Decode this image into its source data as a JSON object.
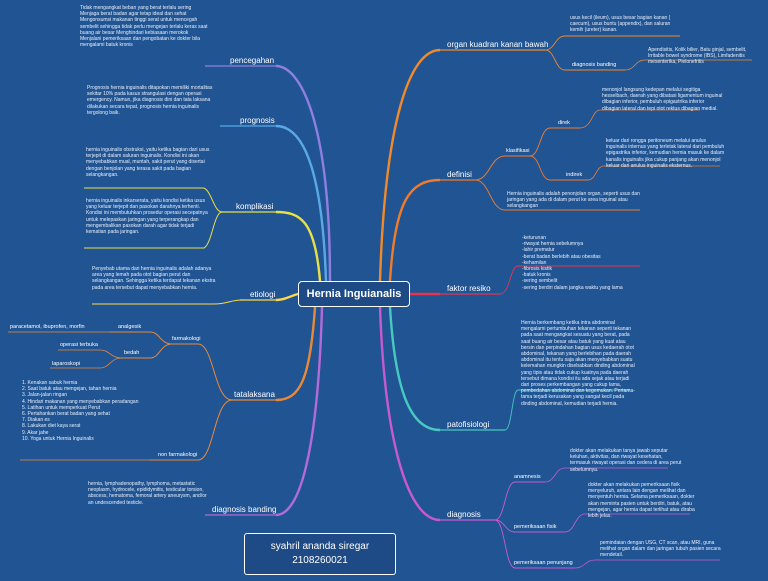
{
  "center": {
    "title": "Hernia Inguianalis"
  },
  "author": {
    "name": "syahril ananda siregar",
    "id": "2108260021"
  },
  "left": {
    "pencegahan": {
      "label": "pencegahan",
      "text": "Tidak mengangkat beban yang berat terlalu sering Menjaga berat badan agar tetap ideal dan sehat Mengonsumsi makanan tinggi serat untuk mencegah sembelit sehingga tidak perlu mengejan terlalu keras saat buang air besar Menghindari kebiasaan merokok Menjalani pemeriksaan dan pengobatan ke dokter bila mengalami batuk kronis"
    },
    "prognosis": {
      "label": "prognosis",
      "text": "Prognosis hernia inguinalis ditapokan memiliki mortalitas sekitar 10% pada kasus strangulasi dengan operasi emergency. Namun, jika diagnosis dini dan tata laksana dilakukan secara tepat, prognosis hernia inguinalis tergolong baik."
    },
    "komplikasi": {
      "label": "komplikasi",
      "text1": "hernia inguinalis obstruksi, yaitu ketika bagian dari usus terjepit di dalam saluran inguinalis. Kondisi ini akan menyebabkan mual, muntah, sakit perut yang disertai dengan benjolan yang terasa sakit pada bagian selangkangan.",
      "text2": "hernia inguinalis inkarserata, yaitu kondisi ketika usus yang keluar terjepit dan pasokan darahnya terhenti. Kondisi ini membutuhkan prosedur operasi secepatnya untuk melepaskan jaringan yang terperangkap dan mengembalikan pasokan darah agar tidak terjadi kematian pada jaringan."
    },
    "etiologi": {
      "label": "etiologi",
      "text": "Penyebab utama dari hernia inguinalis adalah adanya area yang lemah pada otot bagian perut dan selangkangan. Sehingga ketika terdapat tekanan ekstra pada area tersebut dapat menyebabkan hernia."
    },
    "tatalaksana": {
      "label": "tatalaksana",
      "farmakologi": "farmakologi",
      "analgesik": "analgesik",
      "analgesik_text": "paracetamol, ibuprofen, morfin",
      "bedah": "bedah",
      "operasi": "operasi terbuka",
      "laparoskopi": "laparoskopi",
      "non": "non farmakologi",
      "list": "1. Kenakan sabuk hernia\n2. Saat batuk atau mengejan, tahan hernia\n3. Jalan-jalan ringan\n4. Hindari makanan yang menyebabkan peradangan\n5. Latihan untuk memperkuat Perut\n6. Pertahankan berat badan yang sehat\n7. Diakan es\n8. Lakukan diet kaya serat\n9. Akar jahe\n10. Yoga untuk Hernia Inguinalis"
    },
    "diagnosis_banding": {
      "label": "diagnosis banding",
      "text": "hernia, lymphadenopathy, lymphoma, metastatic neoplasm, hydrocele, epididymitis, testicular torsion, abscess, hematoma, femoral artery aneurysm, and/or an undescended testicle."
    }
  },
  "right": {
    "organ": {
      "label": "organ kuadran kanan bawah",
      "text1": "usus kecil (ileum), usus besar bagian kanan ( caecum), usus buntu (appendix), dan saluran kemih (ureter) kanan.",
      "sub": "diagnosis banding",
      "text2": "Apendisitis, Kolik bilier, Batu ginjal, sembelit, Irritable bowel syndrome (IBS), Limfadenitis mesenterika, Pielonefritis"
    },
    "definisi": {
      "label": "definisi",
      "klasifikasi": "klasifikasi",
      "direk": "direk",
      "direk_text": "menonjol langsung kedepan melalui segitiga hesselbach, daerah yang dibatasi ligamentum inguinal dibagian inferior, pembuluh epigastrika inferior dibagian lateral dan tepi otot rektus dibagian medial.",
      "indirek": "indirek",
      "indirek_text": "keluar dari rongga peritoneum melalui anulus inguinalis internus yang terletak lateral dari pembuluh epigastrika inferior, kemudian hernia masuk ke dalam kanalis inguinalis jika cukup panjang akan menonjol keluar dari anulus inguinalis eksternus.",
      "text": "Hernia inguinalis adalah penonjolan organ, seperti usus dan jaringan yang ada di dalam perut ke area inguinal atau selangkangan"
    },
    "faktor": {
      "label": "faktor resiko",
      "items": "-keturunan\n-riwayat hernia sebelumnya\n-lahir prematur\n-berat badan berlebih atau obesitas\n-kehamilan\n-fibrosis kistik\n-batuk kronis\n-sering sembelit\n-sering berdiri dalam jangka waktu yang lama"
    },
    "patofisiologi": {
      "label": "patofisiologi",
      "text": "Hernia berkembang ketika intra abdominal mengalami pertumbuhan tekanan seperti tekanan pada saat mengangkat sesuatu yang berat, pada saat buang air besar atau batuk yang kuat atau bersin dan perpindahan bagian usus kedaerah otot abdominal, tekanan yang berlebihan pada daerah abdominal itu tentu saja akan menyebabkan suatu kelemahan mungkin disebabkan dinding abdominal yang tipis atau tidak cukup kuatnya pada daerah tersebut dimana kondisi itu ada sejak atau terjadi dari proses perkembangan yang cukup lama, pembedahan abdominal dan kegemukan. Pertama-tama terjadi kerusakan yang sangat kecil pada dinding abdominal, kemudian terjadi hernia."
    },
    "diagnosis": {
      "label": "diagnosis",
      "anamnesis": "anamnesis",
      "anamnesis_text": "dokter akan melakukan tanya jawab seputar keluhan, aktivitas, dan riwayat kesehatan, termasuk riwayat operasi dan cedera di area perut sebelumnya.",
      "fisik": "pemeriksaan fisik",
      "fisik_text": "dokter akan melakukan pemeriksaan fisik menyeluruh, antara lain dengan melihat dan menyentuh hernia. Selama pemeriksaan, dokter akan meminta pasien untuk berdiri, batuk, atau mengejan, agar hernia dapat terlihat atau diraba lebih jelas.",
      "penunjang": "pemeriksaan penunjang",
      "penunjang_text": "pemindaian dengan USG, CT scan, atau MRI, guna melihat organ dalam dan jaringan tubuh pasien secara mendetail."
    }
  },
  "colors": {
    "background": "#215493",
    "pencegahan": "#8f7fe0",
    "prognosis": "#5aa9e6",
    "komplikasi": "#e8e04a",
    "etiologi": "#ffd84a",
    "tatalaksana": "#e8893a",
    "diagnosis_banding": "#b46ad8",
    "organ": "#f08a2a",
    "definisi": "#f07b2a",
    "faktor": "#e8344a",
    "patofisiologi": "#48c8c0",
    "diagnosis": "#c85ad0"
  }
}
